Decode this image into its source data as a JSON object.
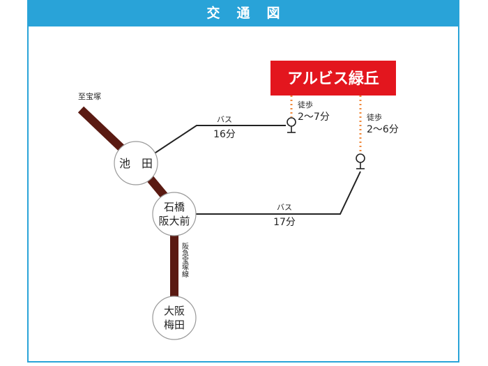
{
  "header": {
    "title": "交通図"
  },
  "colors": {
    "header_bg": "#29a3d8",
    "rail_line": "#5a1a12",
    "destination_bg": "#e3161e",
    "walk_dots": "#f08a3c"
  },
  "destination": {
    "name": "アルビス緑丘"
  },
  "stations": {
    "ikeda": {
      "line1": "池　田",
      "line2": ""
    },
    "ishibashi": {
      "line1": "石橋",
      "line2": "阪大前"
    },
    "umeda": {
      "line1": "大阪",
      "line2": "梅田"
    }
  },
  "rail": {
    "direction_label": "至宝塚",
    "line_name": "阪急宝塚線"
  },
  "routes": {
    "bus_from_ikeda": {
      "mode": "バス",
      "time": "16分"
    },
    "bus_from_ishibashi": {
      "mode": "バス",
      "time": "17分"
    },
    "walk_stop1": {
      "mode": "徒歩",
      "time": "2～7分"
    },
    "walk_stop2": {
      "mode": "徒歩",
      "time": "2～6分"
    }
  },
  "icons": {
    "bus_stop": "bus-stop-icon"
  }
}
